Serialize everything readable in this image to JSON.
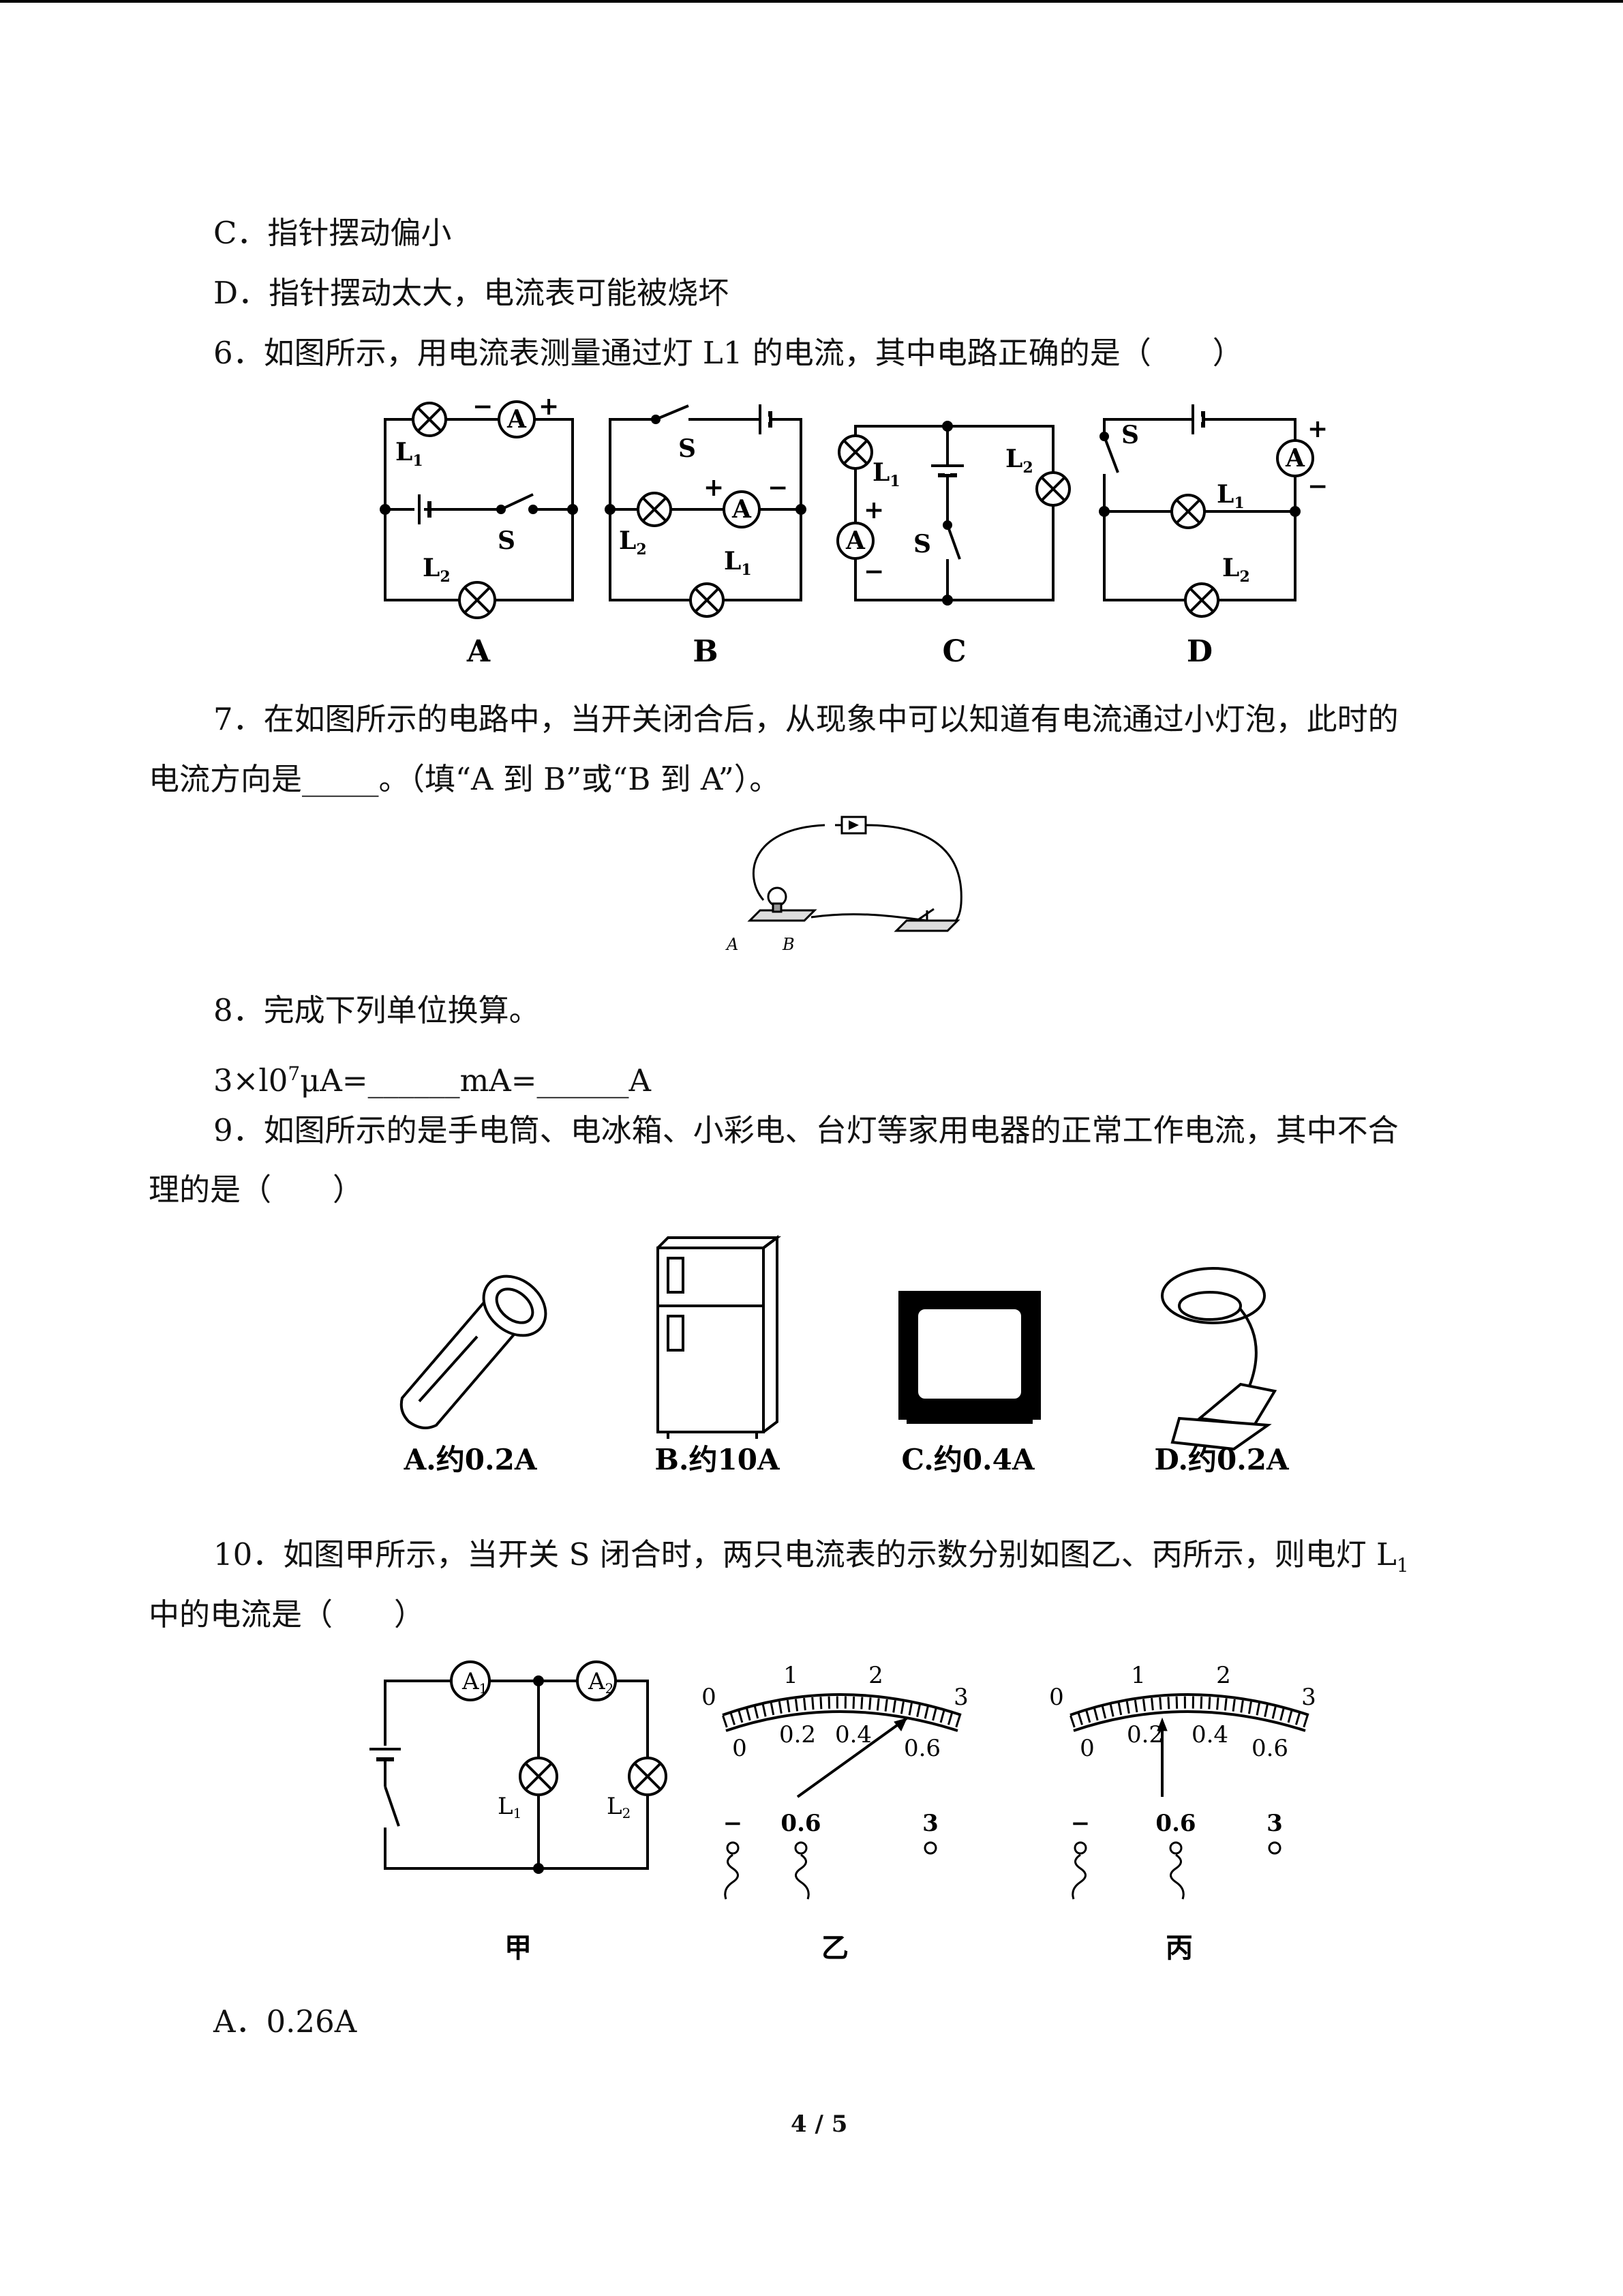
{
  "lines": {
    "opt_c": "C．指针摆动偏小",
    "opt_d": "D．指针摆动太大，电流表可能被烧坏",
    "q6": "6．如图所示，用电流表测量通过灯 L1 的电流，其中电路正确的是（　　）",
    "q7_a": "7．在如图所示的电路中，当开关闭合后，从现象中可以知道有电流通过小灯泡，此时的",
    "q7_b": "电流方向是_____。（填“A 到 B”或“B 到 A”）。",
    "q8": "8．完成下列单位换算。",
    "q8_pre": "3×l0",
    "q8_exp": "7",
    "q8_post": "μA=______mA=______A",
    "q9_a": "9．如图所示的是手电筒、电冰箱、小彩电、台灯等家用电器的正常工作电流，其中不合",
    "q9_b": "理的是（　　）",
    "q10_a": "10．如图甲所示，当开关 S 闭合时，两只电流表的示数分别如图乙、丙所示，则电灯 L",
    "q10_sub": "1",
    "q10_b": "中的电流是（　　）",
    "ans_a": "A．0.26A",
    "page": "4 / 5"
  },
  "q6_fig": {
    "labels": [
      "A",
      "B",
      "C",
      "D"
    ],
    "meter": "A",
    "plus": "+",
    "minus": "−",
    "switch": "S",
    "l1": "L",
    "l2": "L",
    "sub1": "1",
    "sub2": "2"
  },
  "q7_fig": {
    "a": "A",
    "b": "B"
  },
  "q9_fig": {
    "captions": [
      "A.约0.2A",
      "B.约10A",
      "C.约0.4A",
      "D.约0.2A"
    ]
  },
  "q10_fig": {
    "captions": [
      "甲",
      "乙",
      "丙"
    ],
    "a1": "A",
    "a2": "A",
    "sub1": "1",
    "sub2": "2",
    "top_ticks": [
      "0",
      "1",
      "2",
      "3"
    ],
    "bottom_ticks": [
      "0",
      "0.2",
      "0.4",
      "0.6"
    ],
    "terminals": [
      "−",
      "0.6",
      "3"
    ]
  }
}
